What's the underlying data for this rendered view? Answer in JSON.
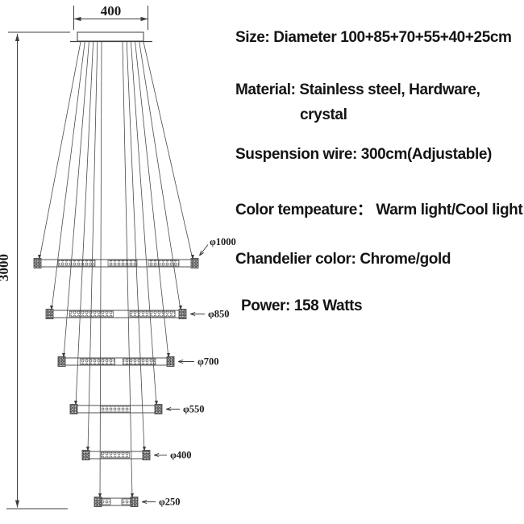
{
  "diagram": {
    "canopy_width_label": "400",
    "drop_height_label": "3000",
    "rings": [
      {
        "label": "φ1000",
        "diameter_cm": 100
      },
      {
        "label": "φ850",
        "diameter_cm": 85
      },
      {
        "label": "φ700",
        "diameter_cm": 70
      },
      {
        "label": "φ550",
        "diameter_cm": 55
      },
      {
        "label": "φ400",
        "diameter_cm": 40
      },
      {
        "label": "φ250",
        "diameter_cm": 25
      }
    ]
  },
  "specs": {
    "size": "Size: Diameter 100+85+70+55+40+25cm",
    "material_line1": "Material: Stainless steel, Hardware,",
    "material_line2": "crystal",
    "suspension": "Suspension wire: 300cm(Adjustable)",
    "color_temp": "Color tempeature：  Warm light/Cool light",
    "chandelier_color": "Chandelier color: Chrome/gold",
    "power": "Power: 158 Watts"
  },
  "colors": {
    "line": "#3d3d3d",
    "wire": "#4a4a4a",
    "text": "#141414"
  }
}
